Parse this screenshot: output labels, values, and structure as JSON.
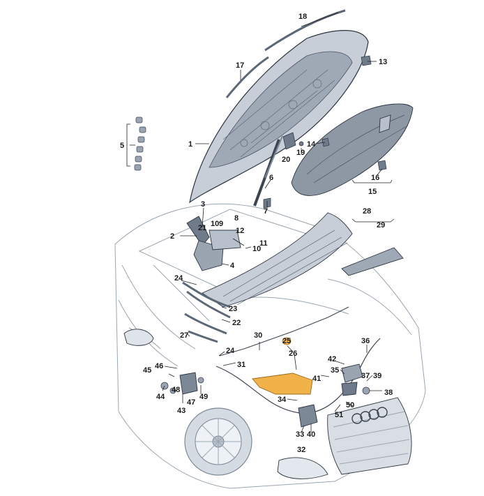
{
  "colors": {
    "part_fill": "#c7ced8",
    "part_dark": "#6f7b8a",
    "highlight": "#f2b24a",
    "car_body": "#eef1f5"
  },
  "callouts": {
    "c1": "1",
    "c2": "2",
    "c3": "3",
    "c4": "4",
    "c5": "5",
    "c6": "6",
    "c7": "7",
    "c8": "8",
    "c9": "9",
    "c10": "10",
    "c11": "11",
    "c12": "12",
    "c13": "13",
    "c14": "14",
    "c15": "15",
    "c16": "16",
    "c17": "17",
    "c18": "18",
    "c19": "19",
    "c20": "20",
    "c21": "21",
    "c22": "22",
    "c23": "23",
    "c24a": "24",
    "c24b": "24",
    "c25": "25",
    "c26": "26",
    "c27": "27",
    "c28": "28",
    "c29": "29",
    "c30": "30",
    "c31": "31",
    "c32": "32",
    "c33": "33",
    "c34": "34",
    "c35": "35",
    "c36": "36",
    "c37": "37",
    "c38": "38",
    "c39": "39",
    "c40": "40",
    "c41": "41",
    "c42": "42",
    "c43": "43",
    "c44": "44",
    "c45": "45",
    "c46": "46",
    "c47": "47",
    "c48": "48",
    "c49": "49",
    "c50": "50",
    "c51": "51"
  }
}
